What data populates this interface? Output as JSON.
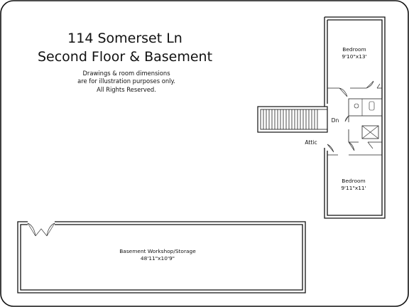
{
  "header": {
    "title_line1": "114 Somerset Ln",
    "title_line2": "Second Floor & Basement"
  },
  "disclaimer": {
    "line1": "Drawings & room dimensions",
    "line2": "are for illustration purposes only.",
    "line3": "All Rights Reserved."
  },
  "rooms": {
    "bedroom_upper": {
      "name": "Bedroom",
      "dimensions": "9'10\"x13'"
    },
    "bedroom_lower": {
      "name": "Bedroom",
      "dimensions": "9'11\"x11'"
    },
    "basement": {
      "name": "Basement Workshop/Storage",
      "dimensions": "48'11\"x10'9\""
    }
  },
  "labels": {
    "stairs_down": "Dn",
    "attic": "Attic"
  }
}
